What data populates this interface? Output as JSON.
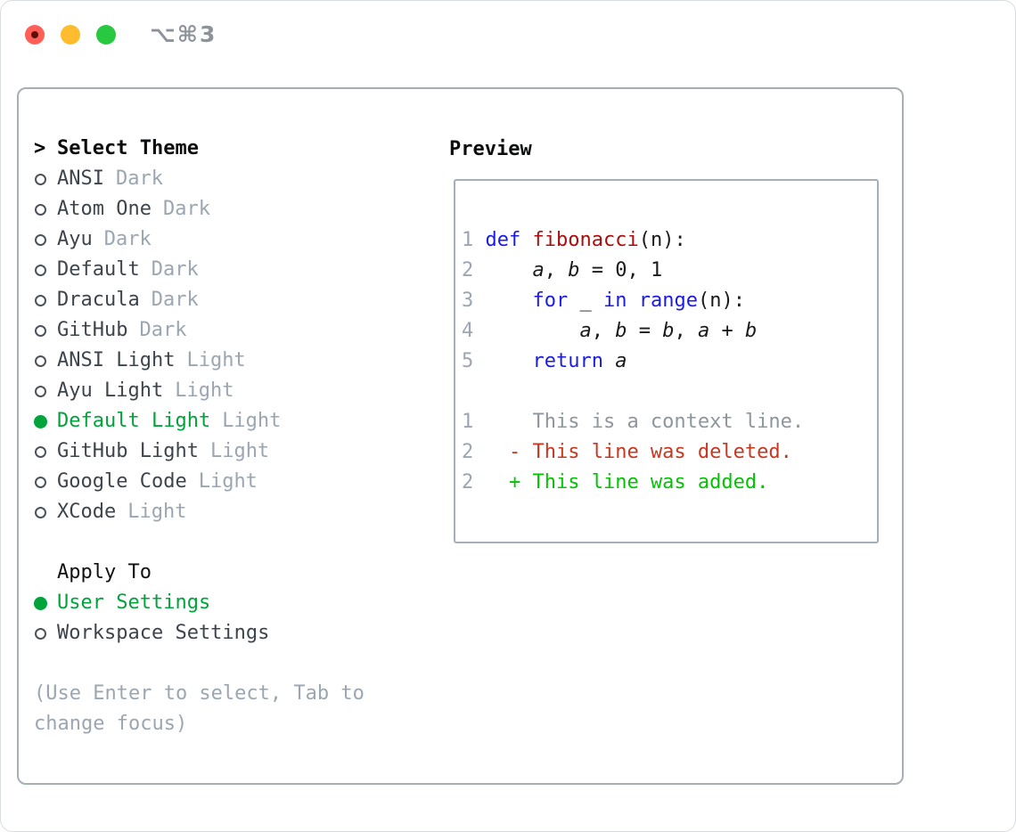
{
  "window": {
    "title": "⌥⌘3"
  },
  "titlebar_icons": [
    "close-button",
    "minimize-button",
    "zoom-button"
  ],
  "theme_list": {
    "cursor": ">",
    "header": "Select Theme",
    "items": [
      {
        "label": "ANSI",
        "tag": "Dark",
        "selected": false
      },
      {
        "label": "Atom One",
        "tag": "Dark",
        "selected": false
      },
      {
        "label": "Ayu",
        "tag": "Dark",
        "selected": false
      },
      {
        "label": "Default",
        "tag": "Dark",
        "selected": false
      },
      {
        "label": "Dracula",
        "tag": "Dark",
        "selected": false
      },
      {
        "label": "GitHub",
        "tag": "Dark",
        "selected": false
      },
      {
        "label": "ANSI Light",
        "tag": "Light",
        "selected": false
      },
      {
        "label": "Ayu Light",
        "tag": "Light",
        "selected": false
      },
      {
        "label": "Default Light",
        "tag": "Light",
        "selected": true
      },
      {
        "label": "GitHub Light",
        "tag": "Light",
        "selected": false
      },
      {
        "label": "Google Code",
        "tag": "Light",
        "selected": false
      },
      {
        "label": "XCode",
        "tag": "Light",
        "selected": false
      }
    ]
  },
  "apply_to": {
    "header": "Apply To",
    "options": [
      {
        "label": "User Settings",
        "selected": true
      },
      {
        "label": "Workspace Settings",
        "selected": false
      }
    ]
  },
  "help": {
    "line1": "(Use Enter to select, Tab to",
    "line2": "change focus)"
  },
  "preview": {
    "title": "Preview",
    "lines": [
      {
        "num": "1",
        "segs": [
          {
            "c": "kw",
            "t": "def"
          },
          {
            "t": " "
          },
          {
            "c": "fn",
            "t": "fibonacci"
          },
          {
            "t": "(n):"
          }
        ]
      },
      {
        "num": "2",
        "segs": [
          {
            "t": "    "
          },
          {
            "c": "var",
            "t": "a"
          },
          {
            "t": ", "
          },
          {
            "c": "var",
            "t": "b"
          },
          {
            "t": " = 0, 1"
          }
        ]
      },
      {
        "num": "3",
        "segs": [
          {
            "t": "    "
          },
          {
            "c": "kw",
            "t": "for"
          },
          {
            "t": " _ "
          },
          {
            "c": "kw",
            "t": "in"
          },
          {
            "t": " "
          },
          {
            "c": "kw",
            "t": "range"
          },
          {
            "t": "(n):"
          }
        ]
      },
      {
        "num": "4",
        "segs": [
          {
            "t": "        "
          },
          {
            "c": "var",
            "t": "a"
          },
          {
            "t": ", "
          },
          {
            "c": "var",
            "t": "b"
          },
          {
            "t": " = "
          },
          {
            "c": "var",
            "t": "b"
          },
          {
            "t": ", "
          },
          {
            "c": "var",
            "t": "a"
          },
          {
            "t": " + "
          },
          {
            "c": "var",
            "t": "b"
          }
        ]
      },
      {
        "num": "5",
        "segs": [
          {
            "t": "    "
          },
          {
            "c": "kw",
            "t": "return"
          },
          {
            "t": " "
          },
          {
            "c": "var",
            "t": "a"
          }
        ]
      },
      {
        "num": "",
        "segs": []
      },
      {
        "num": "1",
        "segs": [
          {
            "c": "ctx",
            "t": "    This is a context line."
          }
        ]
      },
      {
        "num": "2",
        "segs": [
          {
            "c": "del",
            "t": "  - This line was deleted."
          }
        ]
      },
      {
        "num": "2",
        "segs": [
          {
            "c": "add",
            "t": "  + This line was added."
          }
        ]
      }
    ]
  },
  "colors": {
    "accent_green": "#00a43a",
    "diff_added_green": "#03c303",
    "diff_deleted_red": "#c9371f",
    "keyword_blue": "#1b1ce3",
    "function_red": "#a90e0e",
    "muted_gray": "#9ba6b2",
    "context_gray": "#8f959c",
    "border_gray": "#a6aeb8",
    "item_text": "#3e444c",
    "code_text": "#1a1a1a",
    "title_gray": "#8e939a",
    "traffic_red": "#ff5f57",
    "traffic_red_dot": "#5c0e08",
    "traffic_yellow": "#febc2e",
    "traffic_green": "#28c840"
  }
}
